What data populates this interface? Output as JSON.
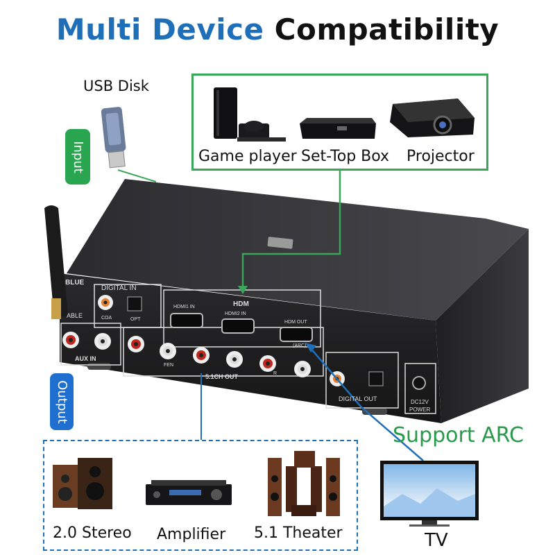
{
  "title": {
    "part1": "Multi Device",
    "part2": "Compatibility"
  },
  "usb_label": "USB Disk",
  "input_badge": "Input",
  "output_badge": "Output",
  "sources": [
    {
      "label": "Game player",
      "icon": "game-console-icon"
    },
    {
      "label": "Set-Top Box",
      "icon": "set-top-box-icon"
    },
    {
      "label": "Projector",
      "icon": "projector-icon"
    }
  ],
  "outputs": [
    {
      "label": "2.0 Stereo",
      "icon": "stereo-speakers-icon"
    },
    {
      "label": "Amplifier",
      "icon": "amplifier-icon"
    },
    {
      "label": "5.1 Theater",
      "icon": "theater-speakers-icon"
    }
  ],
  "tv_label": "TV",
  "arc_label": "Support ARC",
  "panel": {
    "blue": "BLUE",
    "able": "ABLE",
    "digital_in": "DIGITAL   IN",
    "coa": "COA",
    "opt": "OPT",
    "hdmi_group": "HDM",
    "hdmi1": "HDMI1 IN",
    "hdmi2": "HDMI2 IN",
    "hdmi_out": "HDM OUT",
    "arc_small": "(ARC)",
    "aux_in": "AUX IN",
    "ch_out": "5.1CH OUT",
    "digital_out": "DIGITAL   OUT",
    "power": "POWER",
    "dc": "DC12V",
    "fen": "FEN",
    "r": "R"
  },
  "colors": {
    "brand_blue": "#1f6fb8",
    "green": "#3aa65a",
    "badge_green": "#2aa650",
    "badge_blue": "#1f6fd0"
  }
}
